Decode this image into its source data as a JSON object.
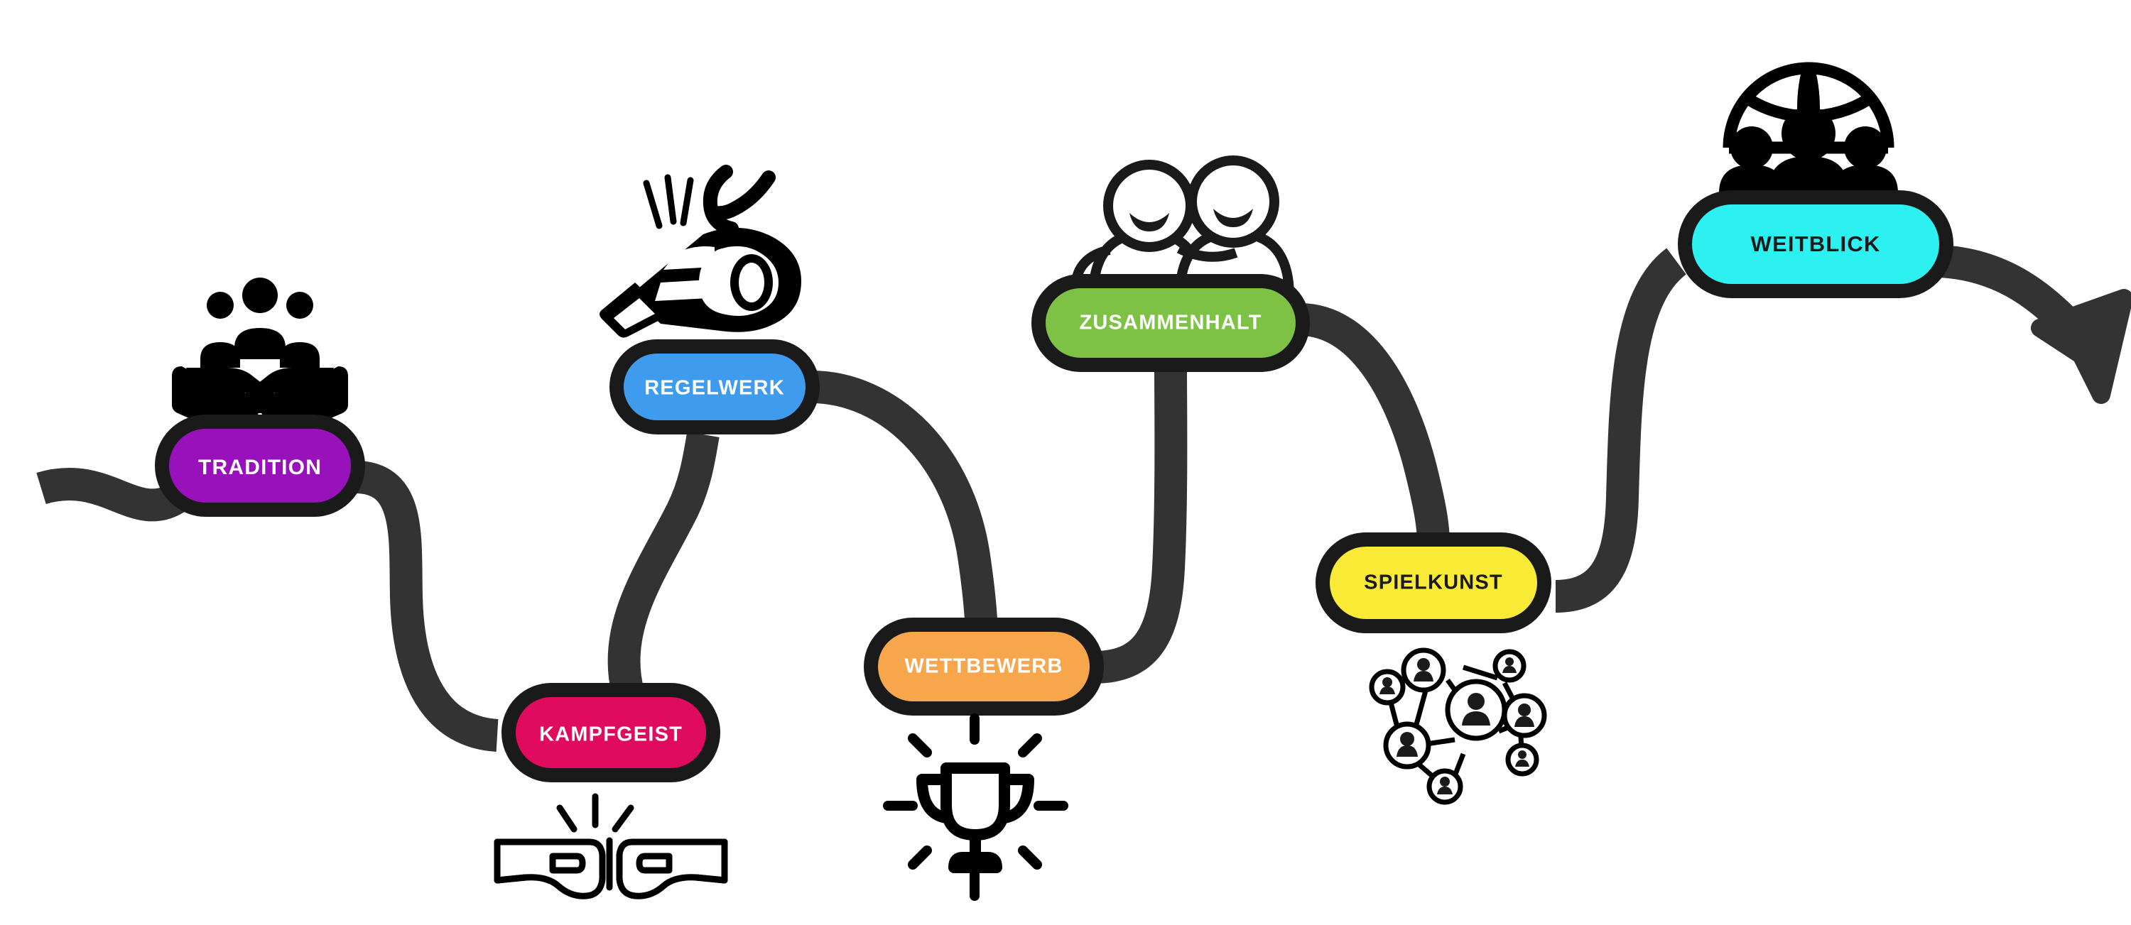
{
  "diagram": {
    "type": "flow-path-roadmap",
    "orientation": "left-to-right-zigzag",
    "background_color": "#ffffff",
    "path_color": "#333333",
    "node_border_color": "#1a1a1a",
    "title": "",
    "start_marker": "path-start-stub",
    "end_marker": "arrowhead-down-right"
  },
  "nodes": [
    {
      "id": "tradition",
      "label": "TRADITION",
      "fill": "#9911BB",
      "text_color": "#ffffff",
      "icon": "hands-holding-people-icon",
      "icon_position": "above",
      "order": 1
    },
    {
      "id": "kampfgeist",
      "label": "KAMPFGEIST",
      "fill": "#E00A5E",
      "text_color": "#ffffff",
      "icon": "fist-bump-icon",
      "icon_position": "below",
      "order": 2
    },
    {
      "id": "regelwerk",
      "label": "REGELWERK",
      "fill": "#3E9BEE",
      "text_color": "#ffffff",
      "icon": "referee-whistle-icon",
      "icon_position": "above",
      "order": 3
    },
    {
      "id": "wettbewerb",
      "label": "WETTBEWERB",
      "fill": "#F7A64C",
      "text_color": "#ffffff",
      "icon": "shining-trophy-icon",
      "icon_position": "below",
      "order": 4
    },
    {
      "id": "zusammenhalt",
      "label": "ZUSAMMENHALT",
      "fill": "#7DC244",
      "text_color": "#ffffff",
      "icon": "two-people-embracing-icon",
      "icon_position": "above",
      "order": 5
    },
    {
      "id": "spielkunst",
      "label": "SPIELKUNST",
      "fill": "#F9EB35",
      "text_color": "#1a1a1a",
      "icon": "social-network-icon",
      "icon_position": "below",
      "order": 6
    },
    {
      "id": "weitblick",
      "label": "WEITBLICK",
      "fill": "#2DF0F0",
      "text_color": "#1a1a1a",
      "icon": "globe-with-people-icon",
      "icon_position": "above",
      "order": 7
    }
  ],
  "connections": [
    {
      "from": "path-start",
      "to": "tradition"
    },
    {
      "from": "tradition",
      "to": "kampfgeist"
    },
    {
      "from": "kampfgeist",
      "to": "regelwerk"
    },
    {
      "from": "regelwerk",
      "to": "wettbewerb"
    },
    {
      "from": "wettbewerb",
      "to": "zusammenhalt"
    },
    {
      "from": "zusammenhalt",
      "to": "spielkunst"
    },
    {
      "from": "spielkunst",
      "to": "weitblick"
    },
    {
      "from": "weitblick",
      "to": "end-arrow"
    }
  ]
}
